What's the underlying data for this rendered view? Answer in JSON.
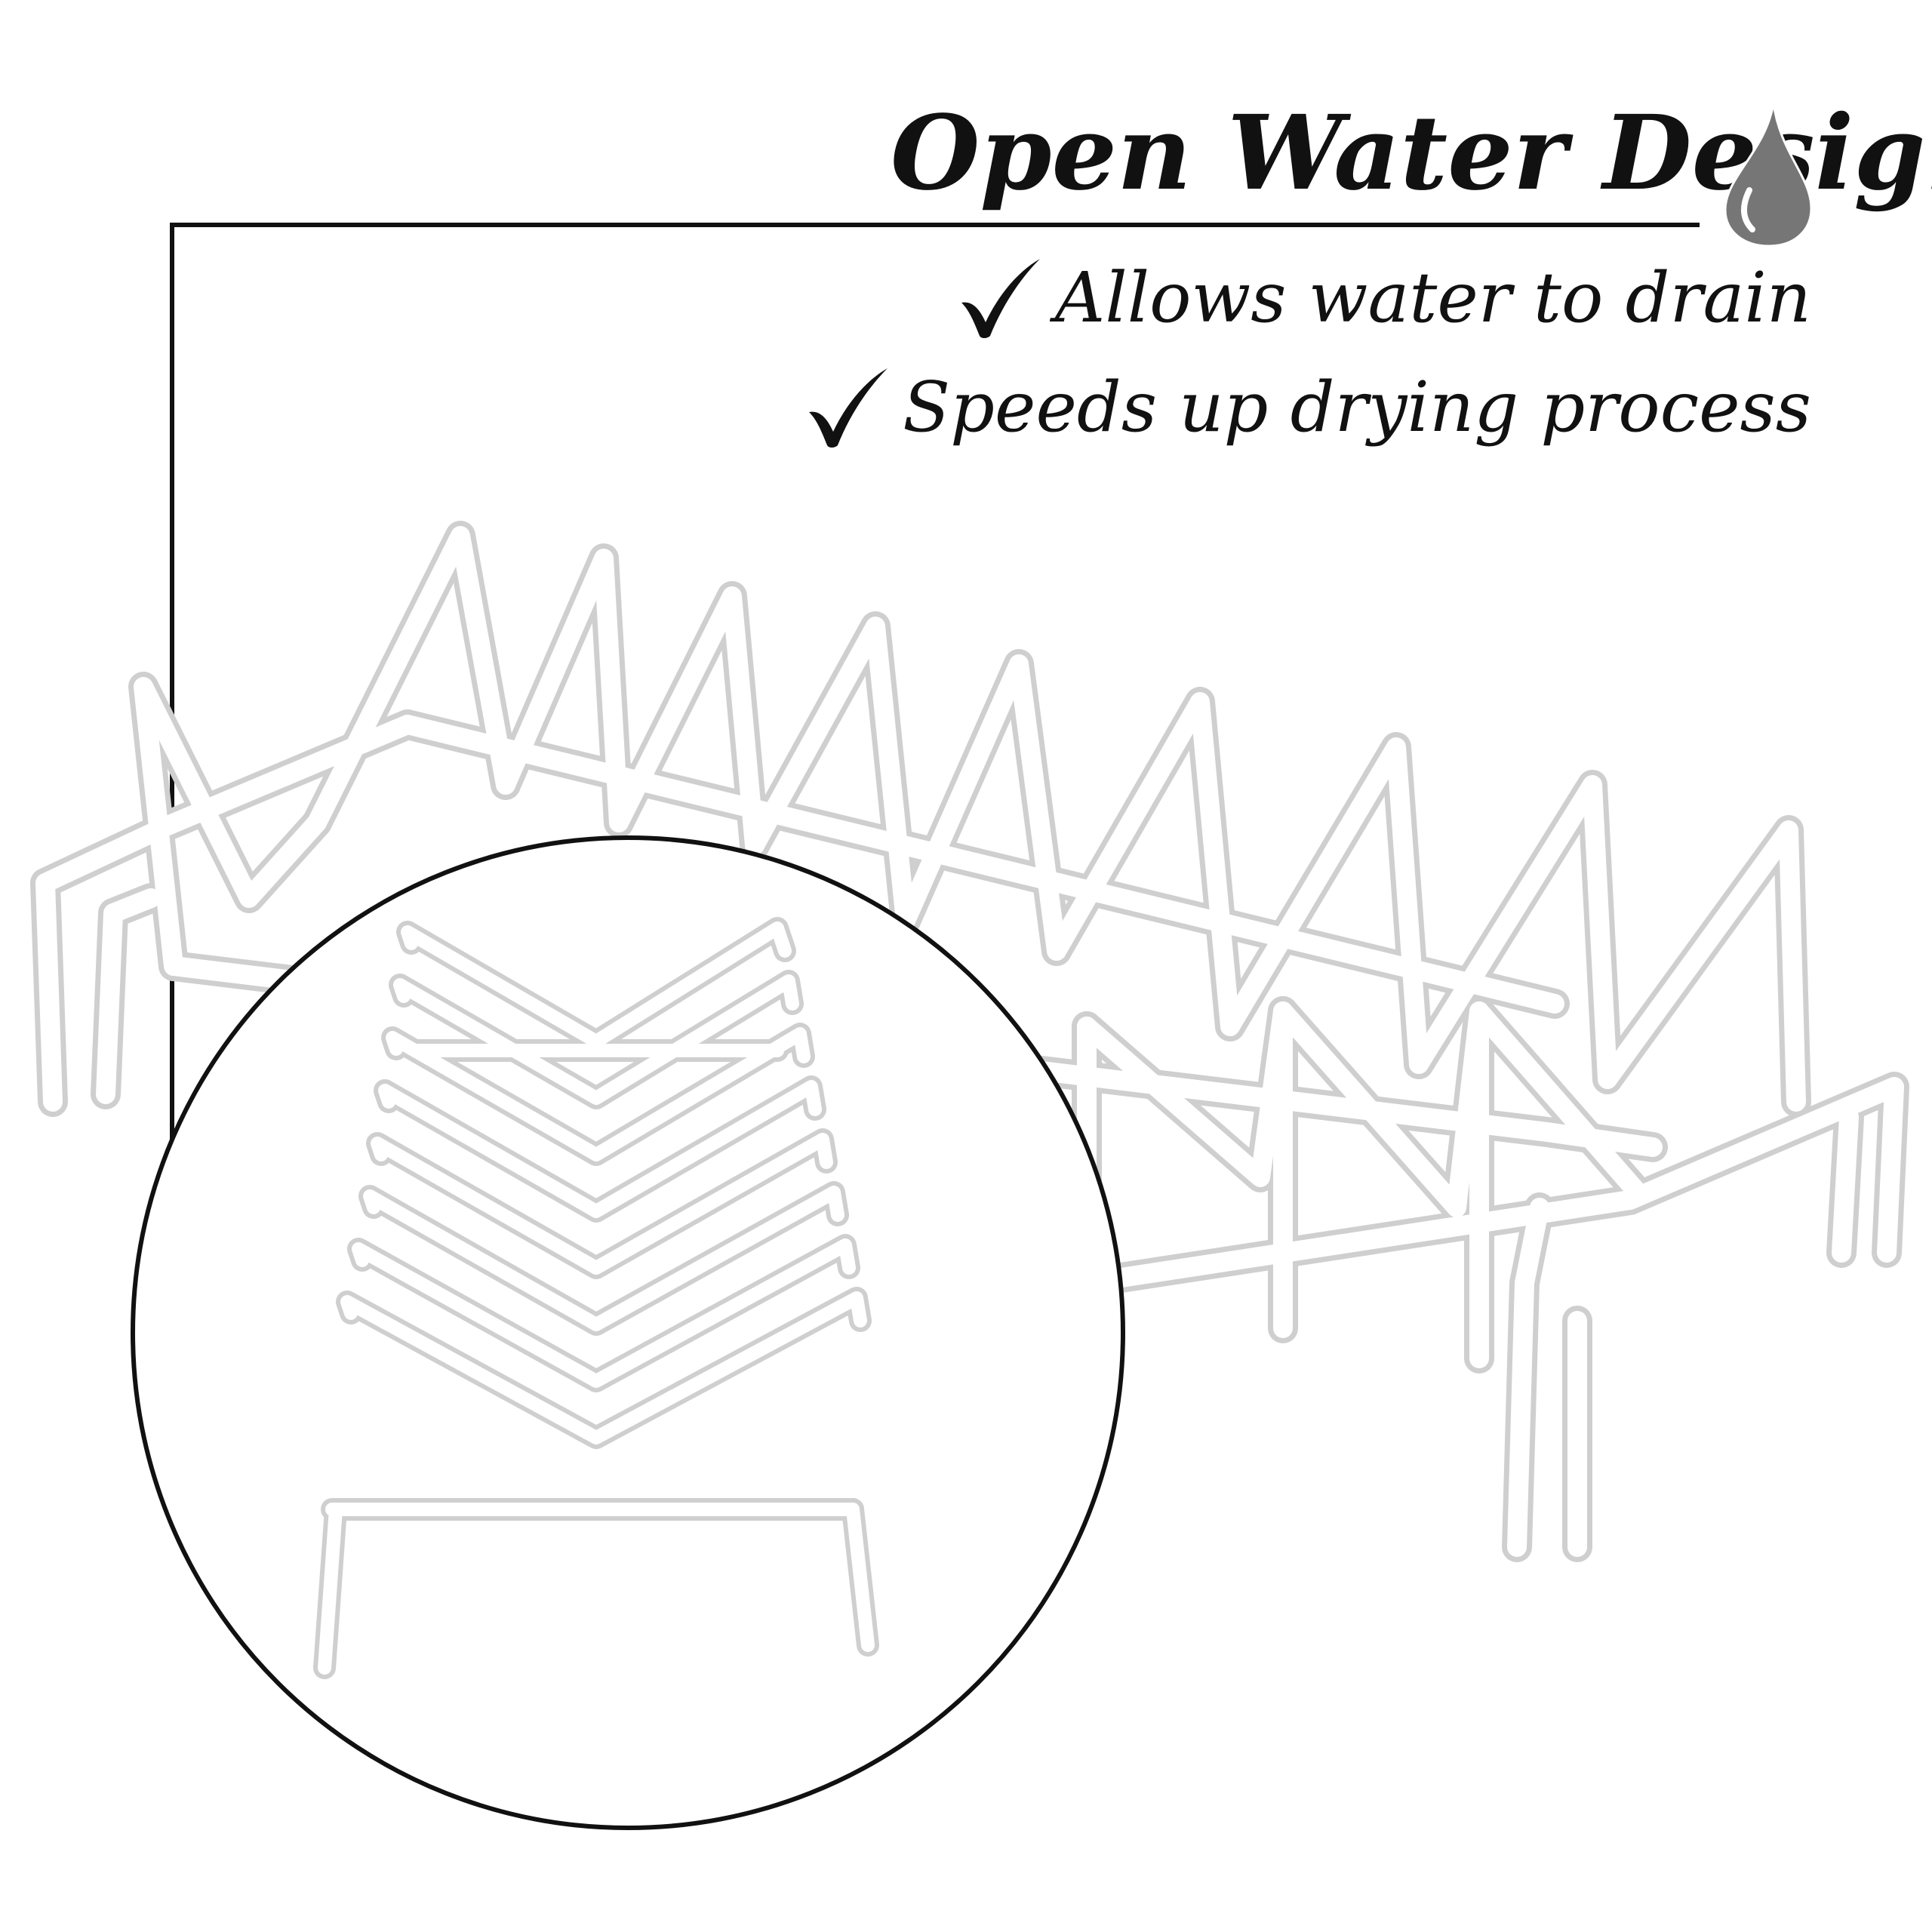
{
  "headline": "Open Water Design",
  "features": [
    {
      "text": "Allows water to drain",
      "icon": "checkmark-icon"
    },
    {
      "text": "Speeds up drying process",
      "icon": "checkmark-icon"
    }
  ],
  "icons": {
    "headline_icon": "water-drop-icon"
  },
  "colors": {
    "text": "#111111",
    "drop": "#767676",
    "rack_wire": "#ffffff",
    "rack_shadow": "#d9d9d9",
    "frame_line": "#111111"
  }
}
